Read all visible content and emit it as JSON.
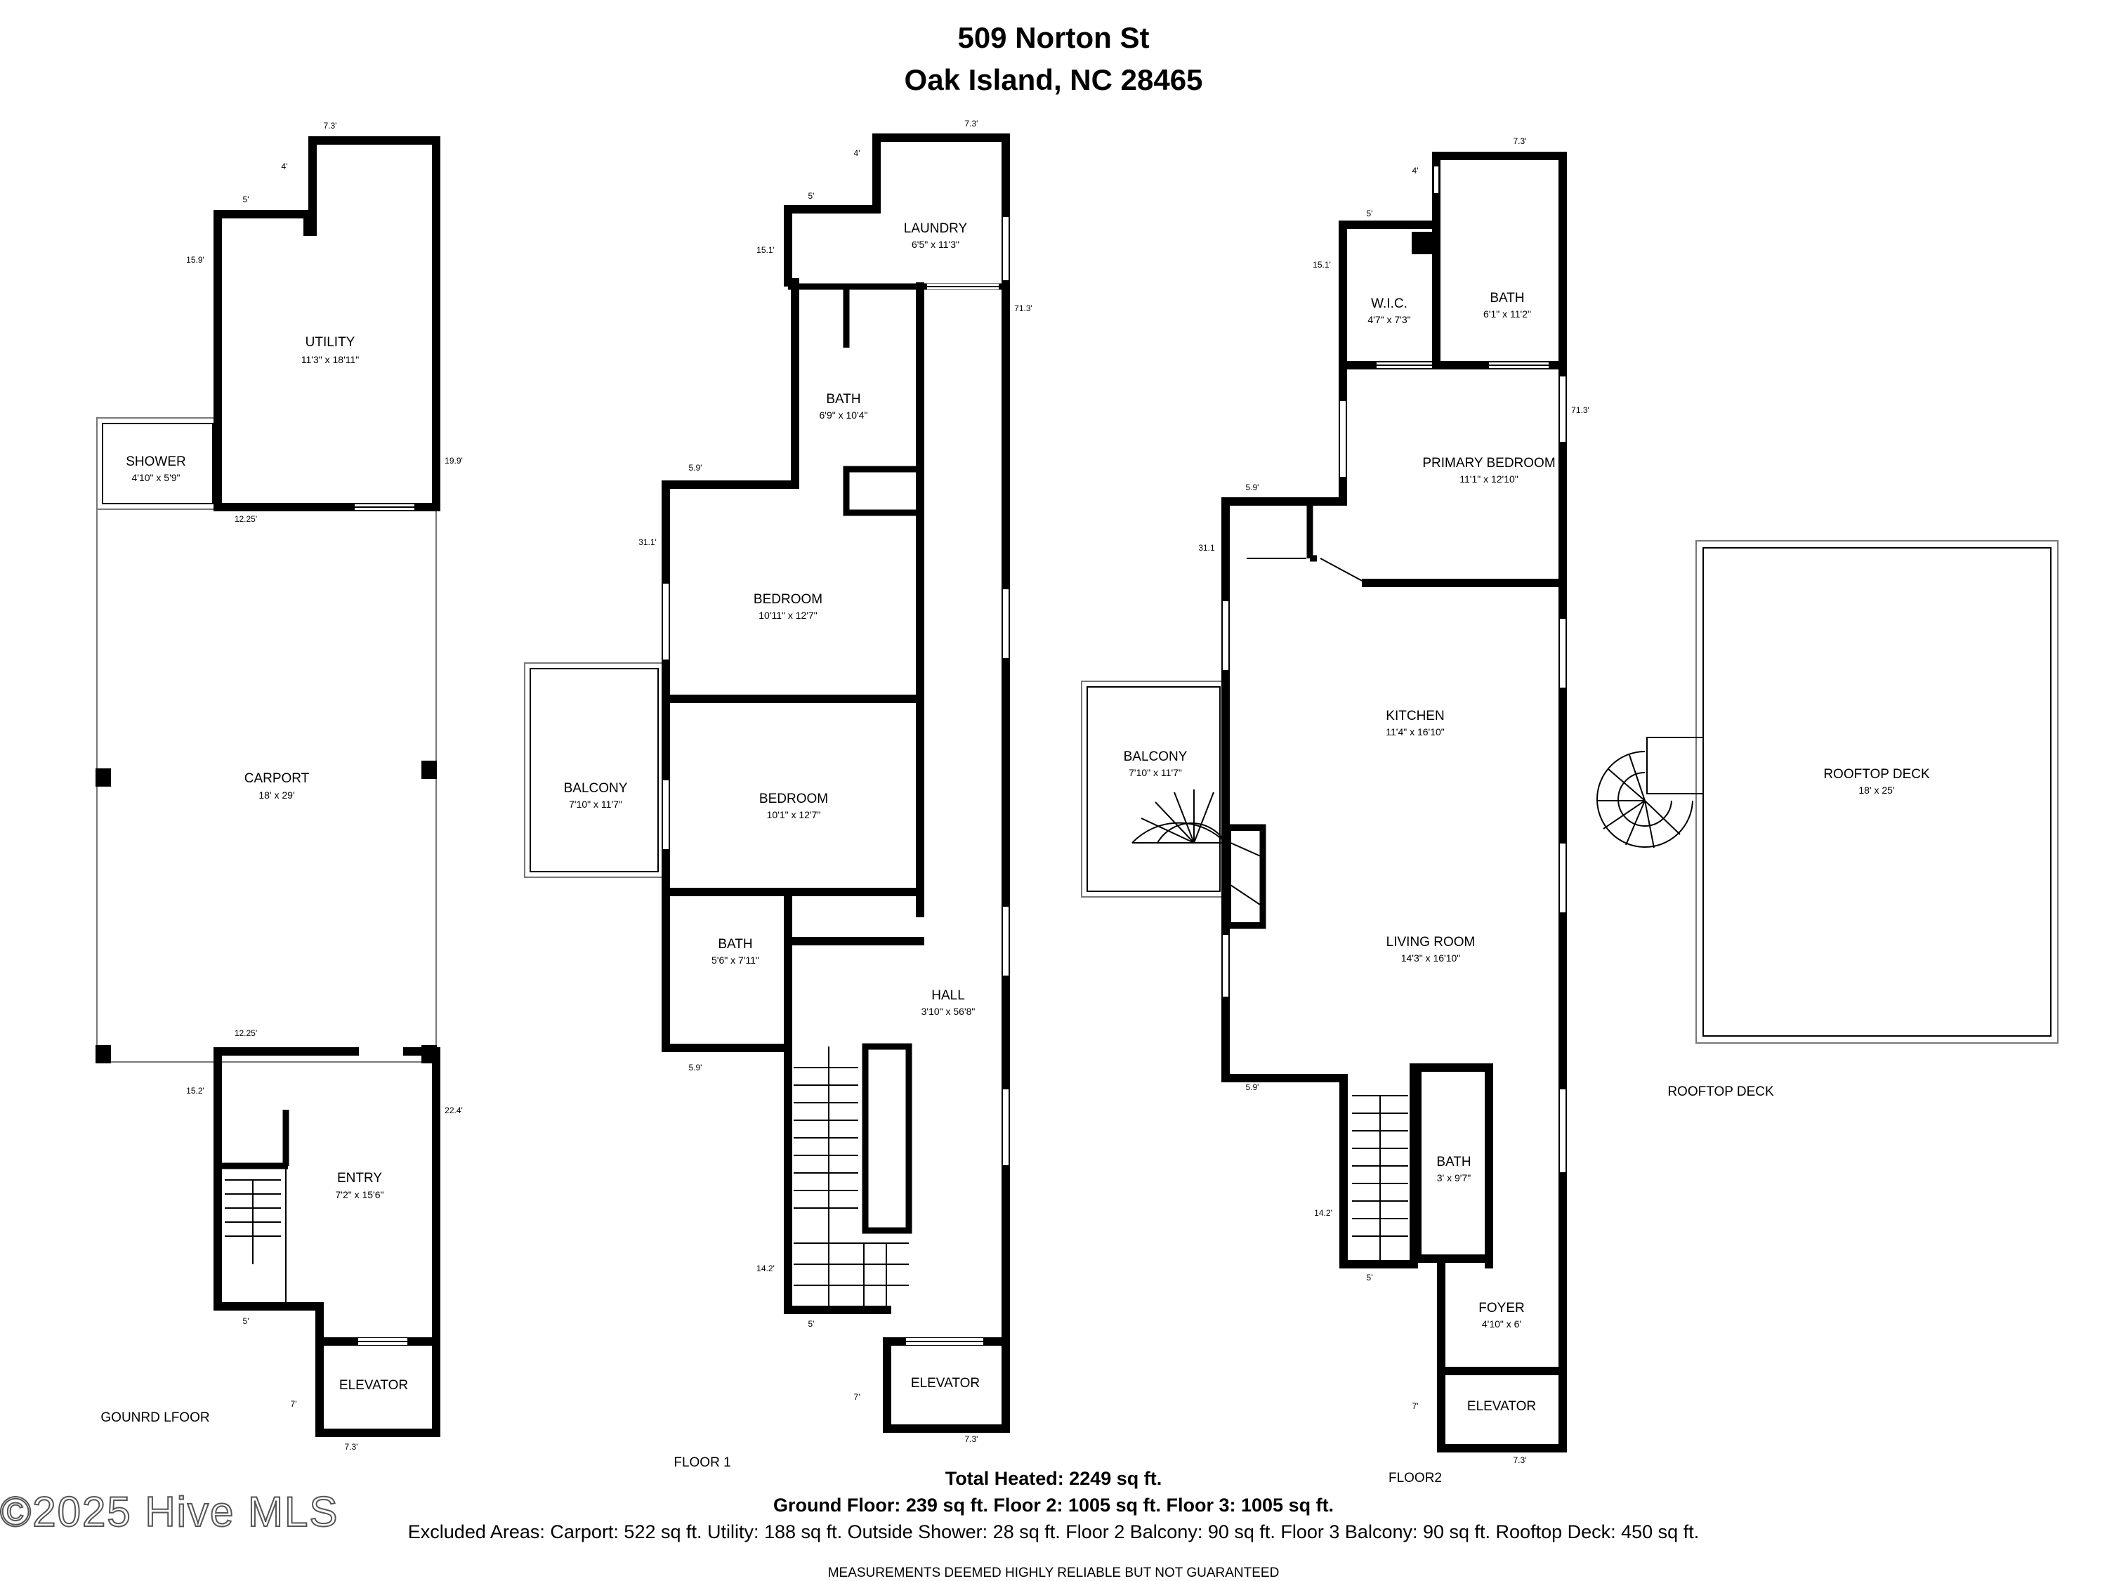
{
  "header": {
    "address_line1": "509 Norton St",
    "address_line2": "Oak Island, NC 28465"
  },
  "floors": {
    "ground": {
      "label": "GOUNRD LFOOR",
      "rooms": {
        "utility": {
          "name": "UTILITY",
          "dims": "11'3\" x 18'11\""
        },
        "shower": {
          "name": "SHOWER",
          "dims": "4'10\" x 5'9\""
        },
        "carport": {
          "name": "CARPORT",
          "dims": "18' x 29'"
        },
        "entry": {
          "name": "ENTRY",
          "dims": "7'2\" x 15'6\""
        },
        "elevator": {
          "name": "ELEVATOR"
        }
      },
      "measurements": {
        "m1": "7.3'",
        "m2": "4'",
        "m3": "5'",
        "m4": "15.9'",
        "m5": "19.9'",
        "m6": "12.25'",
        "m7": "12.25'",
        "m8": "15.2'",
        "m9": "22.4'",
        "m10": "5'",
        "m11": "7'",
        "m12": "7.3'"
      }
    },
    "floor1": {
      "label": "FLOOR 1",
      "rooms": {
        "laundry": {
          "name": "LAUNDRY",
          "dims": "6'5\" x 11'3\""
        },
        "bath1": {
          "name": "BATH",
          "dims": "6'9\" x 10'4\""
        },
        "bedroom1": {
          "name": "BEDROOM",
          "dims": "10'11\" x 12'7\""
        },
        "bedroom2": {
          "name": "BEDROOM",
          "dims": "10'1\" x 12'7\""
        },
        "balcony": {
          "name": "BALCONY",
          "dims": "7'10\" x 11'7\""
        },
        "bath2": {
          "name": "BATH",
          "dims": "5'6\" x 7'11\""
        },
        "hall": {
          "name": "HALL",
          "dims": "3'10\" x 56'8\""
        },
        "elevator": {
          "name": "ELEVATOR"
        }
      },
      "measurements": {
        "m1": "7.3'",
        "m2": "4'",
        "m3": "5'",
        "m4": "15.1'",
        "m5": "71.3'",
        "m6": "5.9'",
        "m7": "31.1'",
        "m8": "5.9'",
        "m9": "14.2'",
        "m10": "5'",
        "m11": "7'",
        "m12": "7.3'"
      }
    },
    "floor2": {
      "label": "FLOOR2",
      "rooms": {
        "wic": {
          "name": "W.I.C.",
          "dims": "4'7\" x 7'3\""
        },
        "bath1": {
          "name": "BATH",
          "dims": "6'1\" x 11'2\""
        },
        "primary": {
          "name": "PRIMARY BEDROOM",
          "dims": "11'1\" x 12'10\""
        },
        "kitchen": {
          "name": "KITCHEN",
          "dims": "11'4\" x 16'10\""
        },
        "balcony": {
          "name": "BALCONY",
          "dims": "7'10\" x 11'7\""
        },
        "living": {
          "name": "LIVING ROOM",
          "dims": "14'3\" x 16'10\""
        },
        "bath2": {
          "name": "BATH",
          "dims": "3' x 9'7\""
        },
        "foyer": {
          "name": "FOYER",
          "dims": "4'10\" x 6'"
        },
        "elevator": {
          "name": "ELEVATOR"
        }
      },
      "measurements": {
        "m1": "7.3'",
        "m2": "4'",
        "m3": "5'",
        "m4": "15.1'",
        "m5": "71.3'",
        "m6": "5.9'",
        "m7": "31.1",
        "m8": "5.9'",
        "m9": "14.2'",
        "m10": "5'",
        "m11": "7'",
        "m12": "7.3'"
      }
    },
    "rooftop": {
      "label": "ROOFTOP DECK",
      "rooms": {
        "deck": {
          "name": "ROOFTOP  DECK",
          "dims": "18' x 25'"
        }
      }
    }
  },
  "footer": {
    "total": "Total Heated: 2249 sq ft.",
    "floors": "Ground Floor: 239 sq ft. Floor 2: 1005 sq ft. Floor 3: 1005 sq ft.",
    "excluded": "Excluded Areas: Carport: 522 sq ft. Utility: 188 sq ft. Outside Shower: 28 sq ft. Floor 2 Balcony: 90 sq ft. Floor 3 Balcony: 90 sq ft. Rooftop Deck: 450 sq ft.",
    "disclaimer": "MEASUREMENTS DEEMED HIGHLY RELIABLE BUT NOT GUARANTEED"
  },
  "watermark": "©2025 Hive MLS"
}
